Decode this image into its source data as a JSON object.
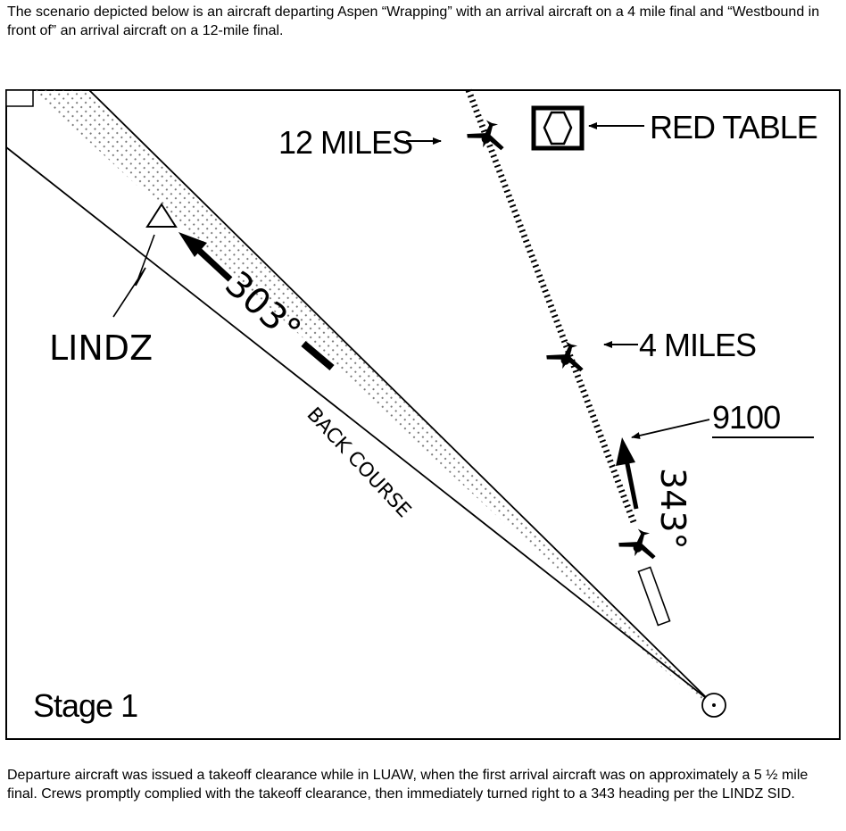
{
  "intro_text": "The scenario depicted below is an aircraft departing Aspen “Wrapping” with an arrival aircraft on a 4 mile final and “Westbound in front of” an arrival aircraft on a 12-mile final.",
  "outro_text": "Departure aircraft was issued a takeoff clearance while in LUAW, when the first arrival aircraft was on approximately a 5 ½ mile final. Crews promptly complied with the takeoff clearance, then immediately turned right to a 343 heading per the LINDZ SID.",
  "diagram": {
    "label_12_miles": "12 MILES",
    "label_red_table": "RED TABLE",
    "label_4_miles": "4 MILES",
    "label_9100": "9100",
    "label_343": "343°",
    "label_303": "303°",
    "label_back_course": "BACK COURSE",
    "label_lindz": "LINDZ",
    "label_stage": "Stage 1"
  }
}
